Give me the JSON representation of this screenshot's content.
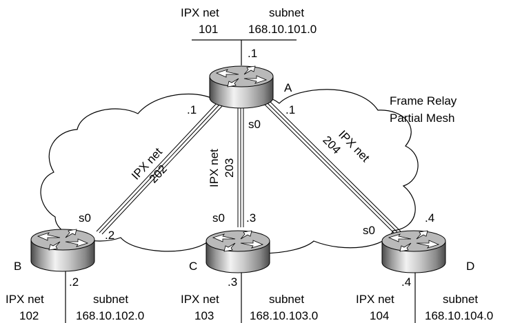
{
  "top_segment": {
    "net_header": "IPX net",
    "net_value": "101",
    "subnet_header": "subnet",
    "subnet_value": "168.10.101.0"
  },
  "router_a": {
    "name": "A",
    "lan_host": ".1",
    "link_b_host": ".1",
    "link_d_host": ".1",
    "serial": "s0"
  },
  "router_b": {
    "name": "B",
    "serial": "s0",
    "wan_host": ".2",
    "lan_host": ".2",
    "net_header": "IPX net",
    "net_value": "102",
    "subnet_header": "subnet",
    "subnet_value": "168.10.102.0"
  },
  "router_c": {
    "name": "C",
    "serial": "s0",
    "wan_host": ".3",
    "lan_host": ".3",
    "net_header": "IPX net",
    "net_value": "103",
    "subnet_header": "subnet",
    "subnet_value": "168.10.103.0"
  },
  "router_d": {
    "name": "D",
    "serial": "s0",
    "wan_host": ".4",
    "lan_host": ".4",
    "net_header": "IPX net",
    "net_value": "104",
    "subnet_header": "subnet",
    "subnet_value": "168.10.104.0"
  },
  "links": {
    "ab_line1": "IPX net",
    "ab_line2": "202",
    "ac_line1": "IPX net",
    "ac_line2": "203",
    "ad_line1": "IPX net",
    "ad_line2": "204"
  },
  "cloud_title_line1": "Frame Relay",
  "cloud_title_line2": "Partial Mesh"
}
